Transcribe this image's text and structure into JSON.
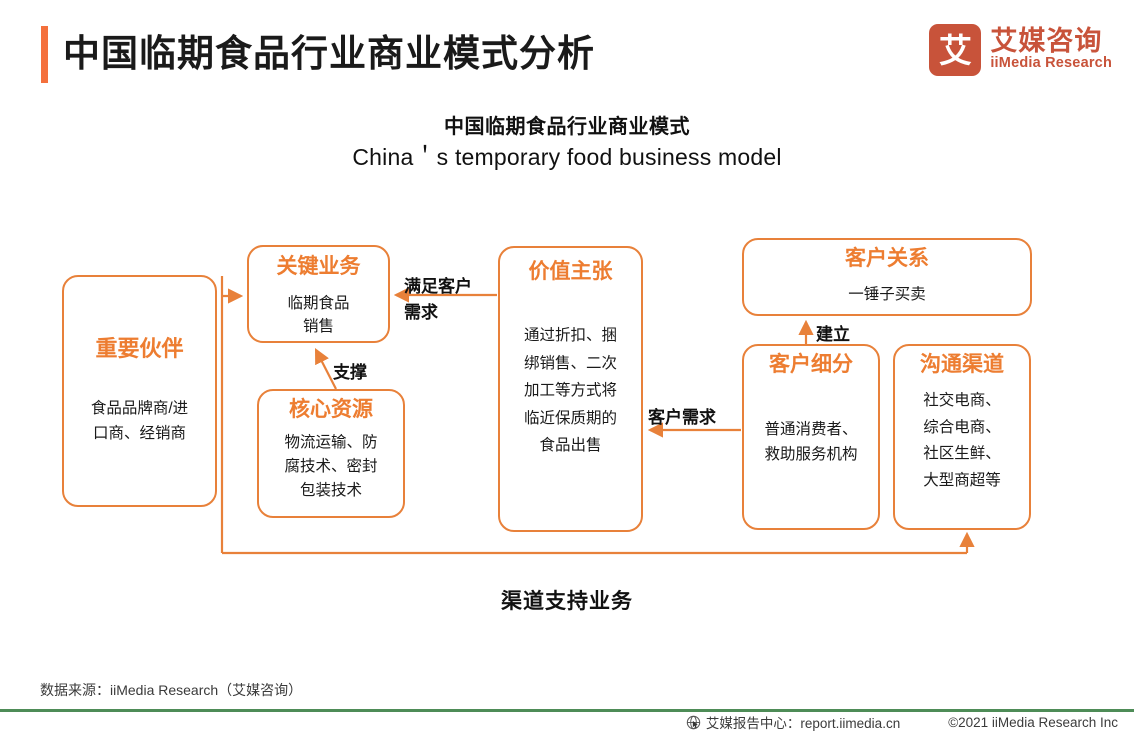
{
  "header": {
    "title": "中国临期食品行业商业模式分析",
    "accent_color": "#F4703C",
    "logo": {
      "mark_glyph": "艾",
      "name_cn": "艾媒咨询",
      "name_en": "iiMedia Research",
      "color": "#C8533A"
    }
  },
  "chart": {
    "title_cn": "中国临期食品行业商业模式",
    "title_en": "China＇s temporary food business model",
    "accent_color": "#ED7D31",
    "bottom_label": "渠道支持业务"
  },
  "nodes": {
    "partners": {
      "title": "重要伙伴",
      "body": "食品品牌商/进\n口商、经销商"
    },
    "key_business": {
      "title": "关键业务",
      "body": "临期食品\n销售"
    },
    "core_res": {
      "title": "核心资源",
      "body": "物流运输、防\n腐技术、密封\n包装技术"
    },
    "value_prop": {
      "title": "价值主张",
      "body": "通过折扣、捆\n绑销售、二次\n加工等方式将\n临近保质期的\n食品出售"
    },
    "cust_rel": {
      "title": "客户关系",
      "body": "一锤子买卖"
    },
    "cust_seg": {
      "title": "客户细分",
      "body": "普通消费者、\n救助服务机构"
    },
    "channels": {
      "title": "沟通渠道",
      "body": "社交电商、\n综合电商、\n社区生鲜、\n大型商超等"
    }
  },
  "edges": {
    "satisfy": "满足客户\n需求",
    "support": "支撑",
    "customer_need": "客户需求",
    "build": "建立"
  },
  "footer": {
    "source": "数据来源：iiMedia Research（艾媒咨询）",
    "report_center": "艾媒报告中心：report.iimedia.cn",
    "copyright": "©2021  iiMedia Research  Inc",
    "rule_color": "#4E8C57"
  }
}
